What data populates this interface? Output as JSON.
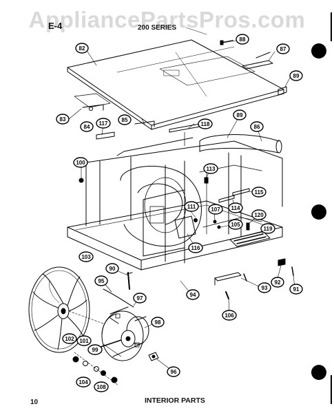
{
  "watermark": "AppliancePartsPros.com",
  "header": {
    "code": "E-4",
    "series": "200 SERIES"
  },
  "footer": {
    "page_number": "10",
    "title": "INTERIOR PARTS"
  },
  "callouts": {
    "c82": "82",
    "c87": "87",
    "c88": "88",
    "c89": "89",
    "c83": "83",
    "c117": "117",
    "c84": "84",
    "c85": "85",
    "c118": "118",
    "c89b": "89",
    "c86": "86",
    "c100": "100",
    "c113": "113",
    "c115": "115",
    "c111": "111",
    "c107": "107",
    "c114": "114",
    "c120": "120",
    "c105": "105",
    "c119": "119",
    "c116": "116",
    "c103": "103",
    "c90": "90",
    "c95": "95",
    "c97": "97",
    "c94": "94",
    "c93": "93",
    "c92": "92",
    "c91": "91",
    "c106": "106",
    "c98": "98",
    "c102": "102",
    "c101": "101",
    "c99": "99",
    "c104": "104",
    "c108": "108",
    "c96": "96"
  }
}
